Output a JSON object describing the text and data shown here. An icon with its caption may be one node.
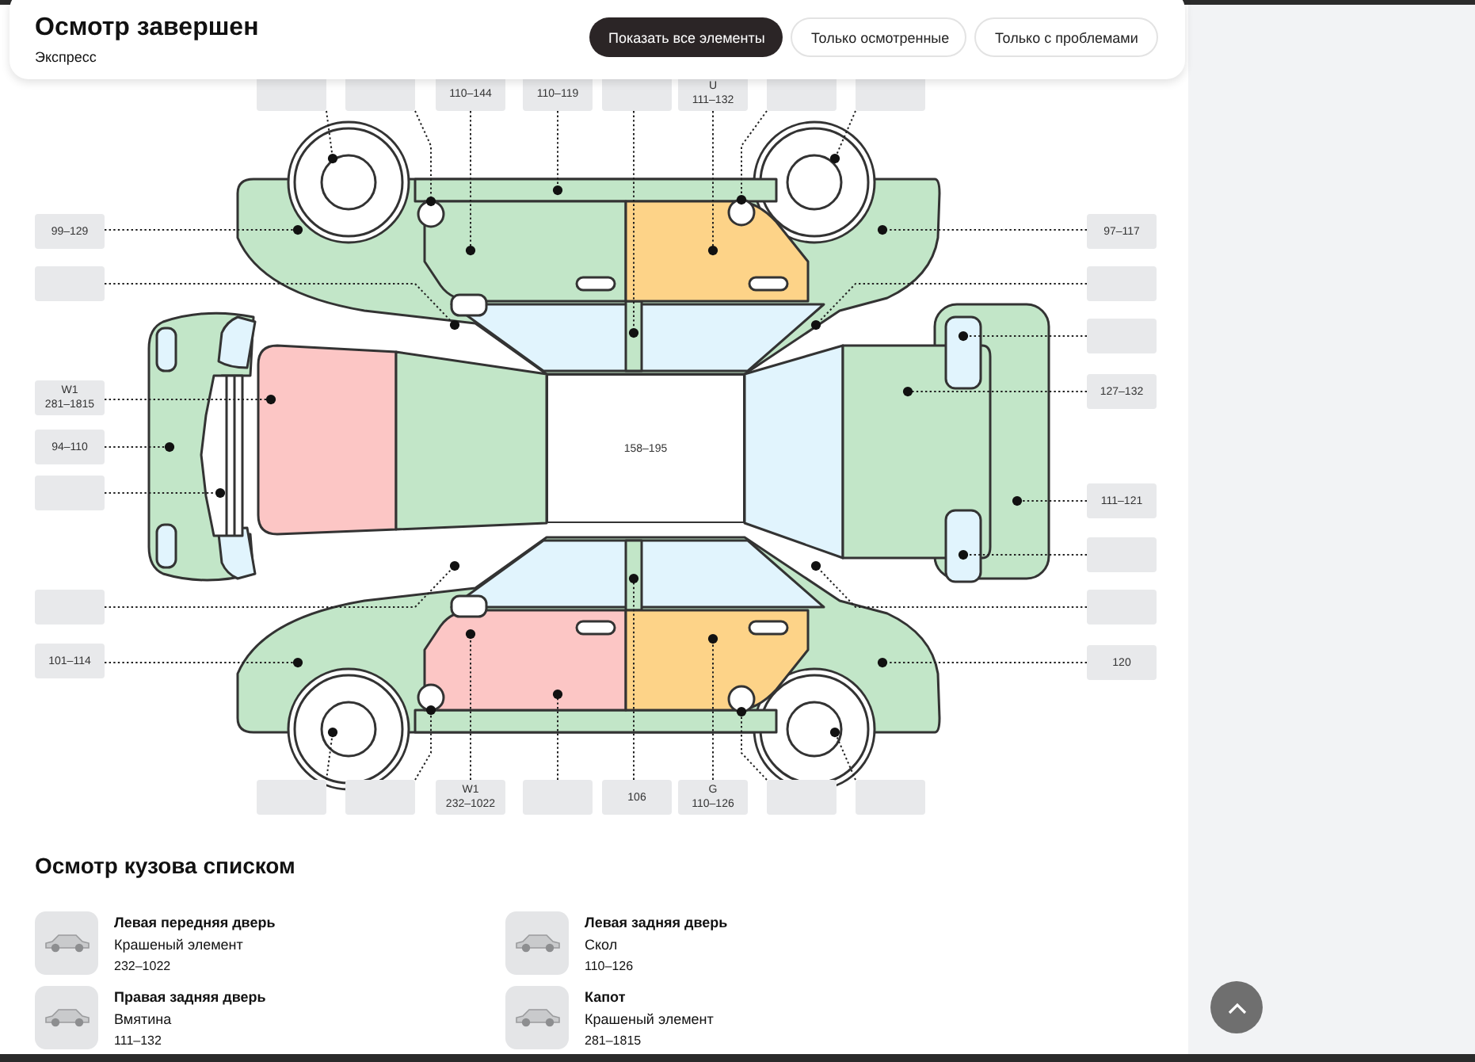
{
  "diagram": {
    "title": "Осмотр завершен",
    "nodes": [
      {
        "text": [],
        "shape": "box"
      },
      {
        "text": [],
        "shape": "box"
      },
      {
        "text": [
          "110–144"
        ]
      },
      {
        "text": [
          "110–119"
        ]
      },
      {
        "text": [],
        "shape": "box"
      },
      {
        "text": [
          "U",
          "111–132"
        ]
      },
      {
        "text": [],
        "shape": "box"
      },
      {
        "text": [],
        "shape": "box"
      },
      {
        "text": [
          "99–129"
        ]
      },
      {
        "text": [],
        "shape": "box"
      },
      {
        "text": [
          "W1",
          "281–1815"
        ]
      },
      {
        "text": [
          "94–110"
        ]
      },
      {
        "text": [],
        "shape": "box"
      },
      {
        "text": [],
        "shape": "box"
      },
      {
        "text": [
          "101–114"
        ]
      },
      {
        "text": [
          "158–195"
        ]
      },
      {
        "text": [
          "97–117"
        ]
      },
      {
        "text": [],
        "shape": "box"
      },
      {
        "text": [],
        "shape": "box"
      },
      {
        "text": [
          "127–132"
        ]
      },
      {
        "text": [
          "111–121"
        ]
      },
      {
        "text": [],
        "shape": "box"
      },
      {
        "text": [],
        "shape": "box"
      },
      {
        "text": [
          "120"
        ]
      },
      {
        "text": [],
        "shape": "box"
      },
      {
        "text": [],
        "shape": "box"
      },
      {
        "text": [
          "W1",
          "232–1022"
        ]
      },
      {
        "text": [],
        "shape": "box"
      },
      {
        "text": [
          "106"
        ]
      },
      {
        "text": [
          "G",
          "110–126"
        ]
      },
      {
        "text": [],
        "shape": "box"
      },
      {
        "text": [],
        "shape": "box"
      }
    ],
    "edges": [
      {
        "from": 0,
        "to": null,
        "arrow": "other"
      },
      {
        "from": 1,
        "to": null,
        "arrow": "other"
      },
      {
        "from": 2,
        "to": null,
        "arrow": "other"
      },
      {
        "from": 3,
        "to": null,
        "arrow": "other"
      },
      {
        "from": 4,
        "to": null,
        "arrow": "other"
      },
      {
        "from": 5,
        "to": null,
        "arrow": "other"
      },
      {
        "from": 6,
        "to": null,
        "arrow": "other"
      },
      {
        "from": 7,
        "to": null,
        "arrow": "other"
      },
      {
        "from": 8,
        "to": null,
        "arrow": "other"
      },
      {
        "from": 9,
        "to": null,
        "arrow": "other"
      },
      {
        "from": 10,
        "to": null,
        "arrow": "other"
      },
      {
        "from": 11,
        "to": null,
        "arrow": "other"
      },
      {
        "from": 12,
        "to": null,
        "arrow": "other"
      },
      {
        "from": 13,
        "to": null,
        "arrow": "other"
      },
      {
        "from": 14,
        "to": null,
        "arrow": "other"
      },
      {
        "from": 16,
        "to": null,
        "arrow": "other"
      },
      {
        "from": 17,
        "to": null,
        "arrow": "other"
      },
      {
        "from": 18,
        "to": null,
        "arrow": "other"
      },
      {
        "from": 19,
        "to": null,
        "arrow": "other"
      },
      {
        "from": 20,
        "to": null,
        "arrow": "other"
      },
      {
        "from": 21,
        "to": null,
        "arrow": "other"
      },
      {
        "from": 22,
        "to": null,
        "arrow": "other"
      },
      {
        "from": 23,
        "to": null,
        "arrow": "other"
      },
      {
        "from": 24,
        "to": null,
        "arrow": "other"
      },
      {
        "from": 25,
        "to": null,
        "arrow": "other"
      },
      {
        "from": 26,
        "to": null,
        "arrow": "other"
      },
      {
        "from": 27,
        "to": null,
        "arrow": "other"
      },
      {
        "from": 28,
        "to": null,
        "arrow": "other"
      },
      {
        "from": 29,
        "to": null,
        "arrow": "other"
      },
      {
        "from": 30,
        "to": null,
        "arrow": "other"
      },
      {
        "from": 31,
        "to": null,
        "arrow": "other"
      }
    ],
    "labels": [
      "Экспресс",
      "Показать все элементы",
      "Только осмотренные",
      "Только с проблемами",
      "Осмотр кузова списком",
      "Левая передняя дверь",
      "Крашеный элемент",
      "232–1022",
      "Левая задняя дверь",
      "Скол",
      "110–126",
      "Правая задняя дверь",
      "Вмятина",
      "111–132",
      "Капот",
      "Крашеный элемент",
      "281–1815"
    ]
  }
}
